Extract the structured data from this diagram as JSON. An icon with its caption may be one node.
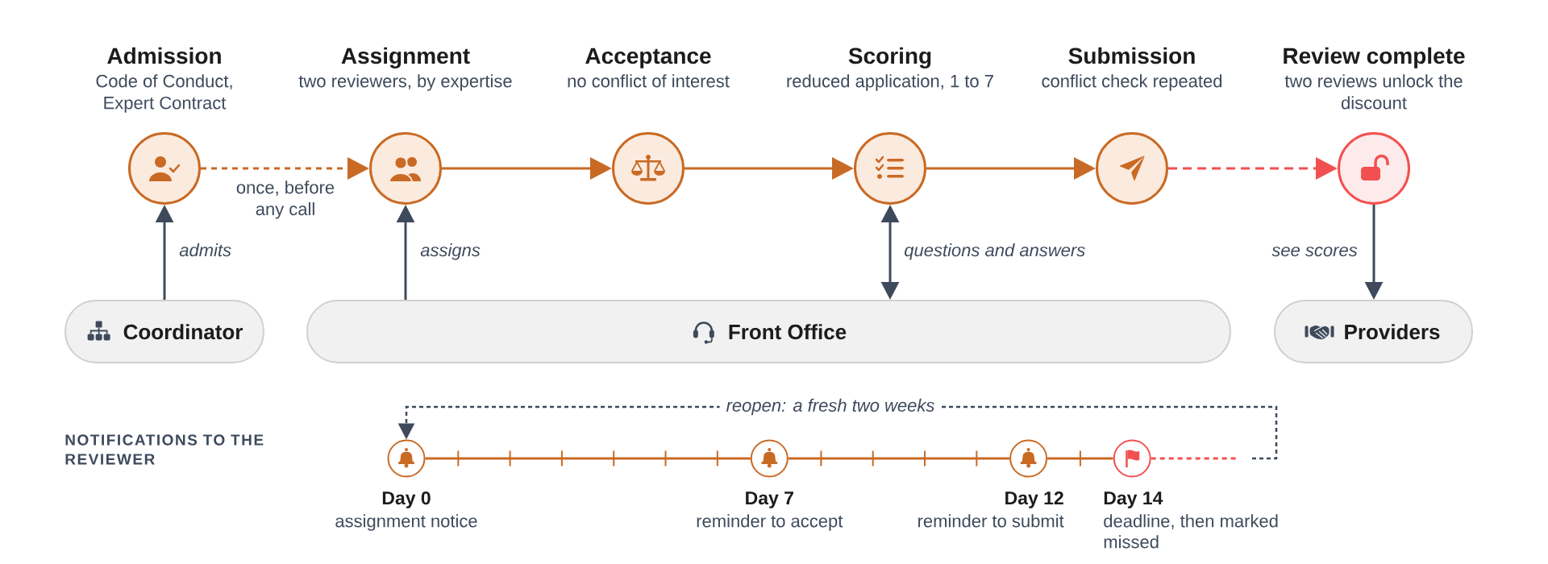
{
  "diagram": {
    "nodes": [
      {
        "text": [
          "Admission",
          "Code of Conduct, Expert Contract"
        ]
      },
      {
        "text": [
          "Assignment",
          "two reviewers, by expertise"
        ]
      },
      {
        "text": [
          "Acceptance",
          "no conflict of interest"
        ]
      },
      {
        "text": [
          "Scoring",
          "reduced application, 1 to 7"
        ]
      },
      {
        "text": [
          "Submission",
          "conflict check repeated"
        ]
      },
      {
        "text": [
          "Review complete",
          "two reviews unlock the discount"
        ]
      },
      {
        "text": [
          "Coordinator"
        ]
      },
      {
        "text": [
          "Front Office"
        ]
      },
      {
        "text": [
          "Providers"
        ]
      },
      {
        "text": [
          "Day 0",
          "assignment notice"
        ]
      },
      {
        "text": [
          "Day 7",
          "reminder to accept"
        ]
      },
      {
        "text": [
          "Day 12",
          "reminder to submit"
        ]
      },
      {
        "text": [
          "Day 14",
          "deadline, then marked missed"
        ]
      }
    ],
    "edges": [
      {
        "from": 0,
        "to": 1,
        "arrow": "to",
        "label": "once, before any call",
        "style": "dashed"
      },
      {
        "from": 1,
        "to": 2,
        "arrow": "to"
      },
      {
        "from": 2,
        "to": 3,
        "arrow": "to"
      },
      {
        "from": 3,
        "to": 4,
        "arrow": "to"
      },
      {
        "from": 4,
        "to": 5,
        "arrow": "to",
        "style": "dashed",
        "color": "#f25050"
      },
      {
        "from": 6,
        "to": 0,
        "arrow": "to",
        "label": "admits",
        "color": "#3e4a5c"
      },
      {
        "from": 7,
        "to": 1,
        "arrow": "to",
        "label": "assigns",
        "color": "#3e4a5c"
      },
      {
        "from": 3,
        "to": 7,
        "arrow": "both",
        "label": "questions and answers",
        "color": "#3e4a5c"
      },
      {
        "from": 5,
        "to": 8,
        "arrow": "to",
        "label": "see scores",
        "color": "#3e4a5c"
      },
      {
        "from": 9,
        "to": 10,
        "arrow": "none"
      },
      {
        "from": 10,
        "to": 11,
        "arrow": "none"
      },
      {
        "from": 11,
        "to": 12,
        "arrow": "none"
      },
      {
        "from": 12,
        "to": null,
        "arrow": "none",
        "style": "dashed",
        "color": "#f25050"
      },
      {
        "from": null,
        "to": 9,
        "arrow": "to",
        "label": "reopen: a fresh two weeks",
        "style": "dashed",
        "color": "#3e4a5c"
      }
    ],
    "labels": [
      "NOTIFICATIONS TO THE REVIEWER"
    ]
  }
}
